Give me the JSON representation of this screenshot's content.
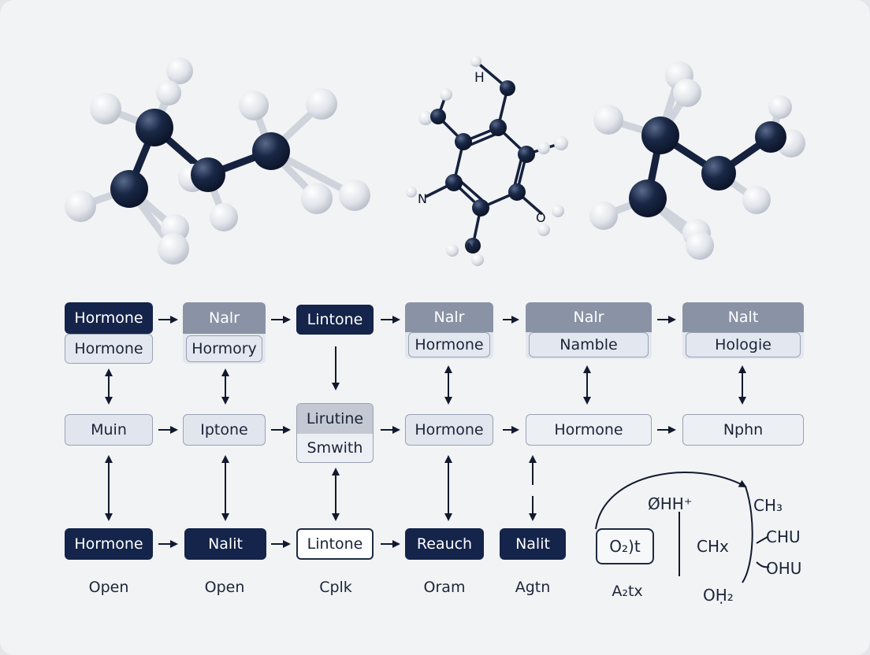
{
  "colors": {
    "atom_dark": "#14244a",
    "atom_light": "#e3e6ec",
    "box_dark": "#14244a",
    "box_gray": "#8a93a5"
  },
  "molecule_labels": {
    "h": "H",
    "n1": "N",
    "n2": "N",
    "o": "O"
  },
  "row1": [
    {
      "top": "Hormone",
      "bottom": "Hormone"
    },
    {
      "top": "Nalr",
      "bottom": "Hormory"
    },
    {
      "label": "Lintone"
    },
    {
      "top": "Nalr",
      "bottom": "Hormone"
    },
    {
      "top": "Nalr",
      "bottom": "Namble"
    },
    {
      "top": "Nalt",
      "bottom": "Hologie"
    }
  ],
  "row2": [
    {
      "label": "Muin"
    },
    {
      "label": "Iptone"
    },
    {
      "top": "Lirutine",
      "bottom": "Smwith"
    },
    {
      "label": "Hormone"
    },
    {
      "label": "Hormone"
    },
    {
      "label": "Nphn"
    }
  ],
  "row3": [
    {
      "label": "Hormone"
    },
    {
      "label": "Nalit"
    },
    {
      "label": "Lintone"
    },
    {
      "label": "Reauch"
    },
    {
      "label": "Nalit"
    }
  ],
  "captions": [
    "Open",
    "Open",
    "Cplk",
    "Oram",
    "Agtn",
    "A₂tx"
  ],
  "chem": {
    "ohh": "ØHH⁺",
    "ch3": "CH₃",
    "chu": "CHU",
    "chx": "CHx",
    "ohu": "OHU",
    "o2t": "O₂)t",
    "oh2": "OḤ₂"
  }
}
